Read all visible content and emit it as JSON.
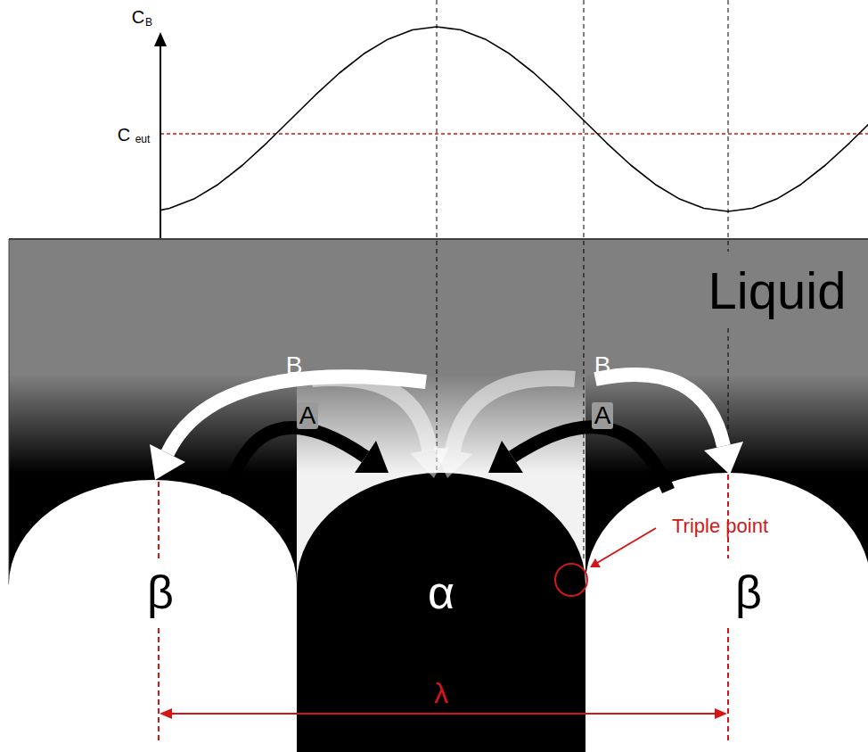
{
  "diagram": {
    "nodes": [
      {
        "text": [
          "Liquid"
        ]
      },
      {
        "text": [
          "β"
        ]
      },
      {
        "text": [
          "α"
        ]
      },
      {
        "text": [
          "β"
        ]
      }
    ],
    "labels": [
      "C",
      "B",
      "C",
      "eut",
      "B",
      "A",
      "B",
      "A",
      "Triple point",
      "λ"
    ]
  }
}
